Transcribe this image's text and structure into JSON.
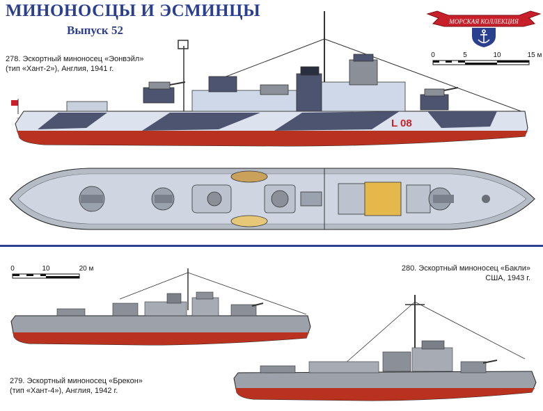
{
  "header": {
    "title": "МИНОНОСЦЫ И ЭСМИНЦЫ",
    "issue": "Выпуск 52"
  },
  "logo": {
    "text": "МОРСКАЯ КОЛЛЕКЦИЯ",
    "icon": "anchor-icon",
    "ribbon_color": "#c8202a",
    "shield_color": "#2b3f8f"
  },
  "scale_top": {
    "ticks": [
      "0",
      "5",
      "10",
      "15 м"
    ]
  },
  "scale_mid": {
    "ticks": [
      "0",
      "10",
      "20 м"
    ]
  },
  "ships": [
    {
      "caption_line1": "278. Эскортный миноносец «Эонвэйл»",
      "caption_line2": "(тип «Хант-2»), Англия, 1941 г.",
      "hull_number": "L 08"
    },
    {
      "caption_line1": "279. Эскортный миноносец «Брекон»",
      "caption_line2": "(тип «Хант-4»), Англия, 1942 г."
    },
    {
      "caption_line1": "280. Эскортный миноносец «Бакли»",
      "caption_line2": "США, 1943 г."
    }
  ],
  "colors": {
    "title": "#2b3f8f",
    "hull_red": "#b8321f",
    "camo_dark": "#4d5470",
    "camo_light": "#cfd8e8",
    "grey": "#8a8f98",
    "deck": "#b6bcc6"
  }
}
